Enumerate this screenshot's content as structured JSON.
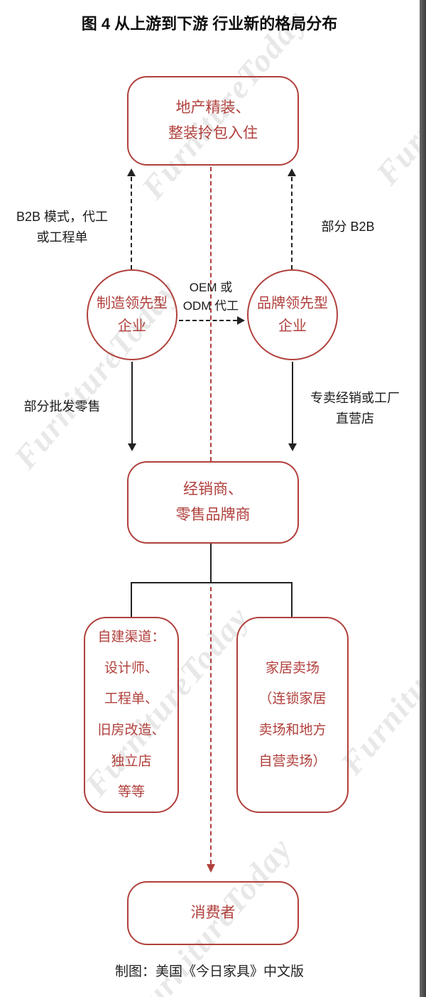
{
  "title": "图 4  从上游到下游 行业新的格局分布",
  "watermark": {
    "text": "FurnitureToday"
  },
  "nodes": {
    "top_box": {
      "line1": "地产精装、",
      "line2": "整装拎包入住"
    },
    "left_circle": {
      "line1": "制造领先型",
      "line2": "企业"
    },
    "right_circle": {
      "line1": "品牌领先型",
      "line2": "企业"
    },
    "dealer_box": {
      "line1": "经销商、",
      "line2": "零售品牌商"
    },
    "left_channel_box": {
      "lines": [
        "自建渠道：",
        "设计师、",
        "工程单、",
        "旧房改造、",
        "独立店",
        "等等"
      ]
    },
    "right_channel_box": {
      "lines": [
        "家居卖场",
        "（连锁家居",
        "卖场和地方",
        "自营卖场）"
      ]
    },
    "consumer_box": {
      "label": "消费者"
    }
  },
  "edge_labels": {
    "left_up_line1": "B2B 模式，代工",
    "left_up_line2": "或工程单",
    "right_up": "部分 B2B",
    "oem_line1": "OEM 或",
    "oem_line2": "ODM 代工",
    "left_down": "部分批发零售",
    "right_down_line1": "专卖经销或工厂",
    "right_down_line2": "直营店"
  },
  "caption": "制图：美国《今日家具》中文版",
  "colors": {
    "accent": "#b0403c"
  }
}
